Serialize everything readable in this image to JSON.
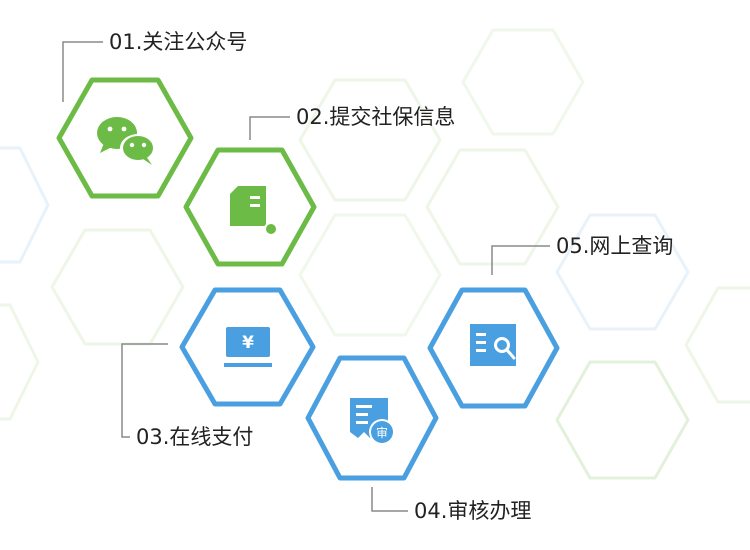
{
  "colors": {
    "green": "#6bbb46",
    "blue": "#4a9fe0",
    "bg_hex_green": "#eaf5e4",
    "bg_hex_blue": "#e6f1fa",
    "connector": "#8a8a8a"
  },
  "steps": [
    {
      "label": "01.关注公众号",
      "icon": "wechat-icon",
      "color": "green"
    },
    {
      "label": "02.提交社保信息",
      "icon": "document-submit-icon",
      "color": "green"
    },
    {
      "label": "03.在线支付",
      "icon": "online-payment-icon",
      "color": "blue"
    },
    {
      "label": "04.审核办理",
      "icon": "review-receipt-icon",
      "color": "blue"
    },
    {
      "label": "05.网上查询",
      "icon": "search-doc-icon",
      "color": "blue"
    }
  ],
  "icon_text": {
    "yuan": "¥",
    "review": "审"
  }
}
